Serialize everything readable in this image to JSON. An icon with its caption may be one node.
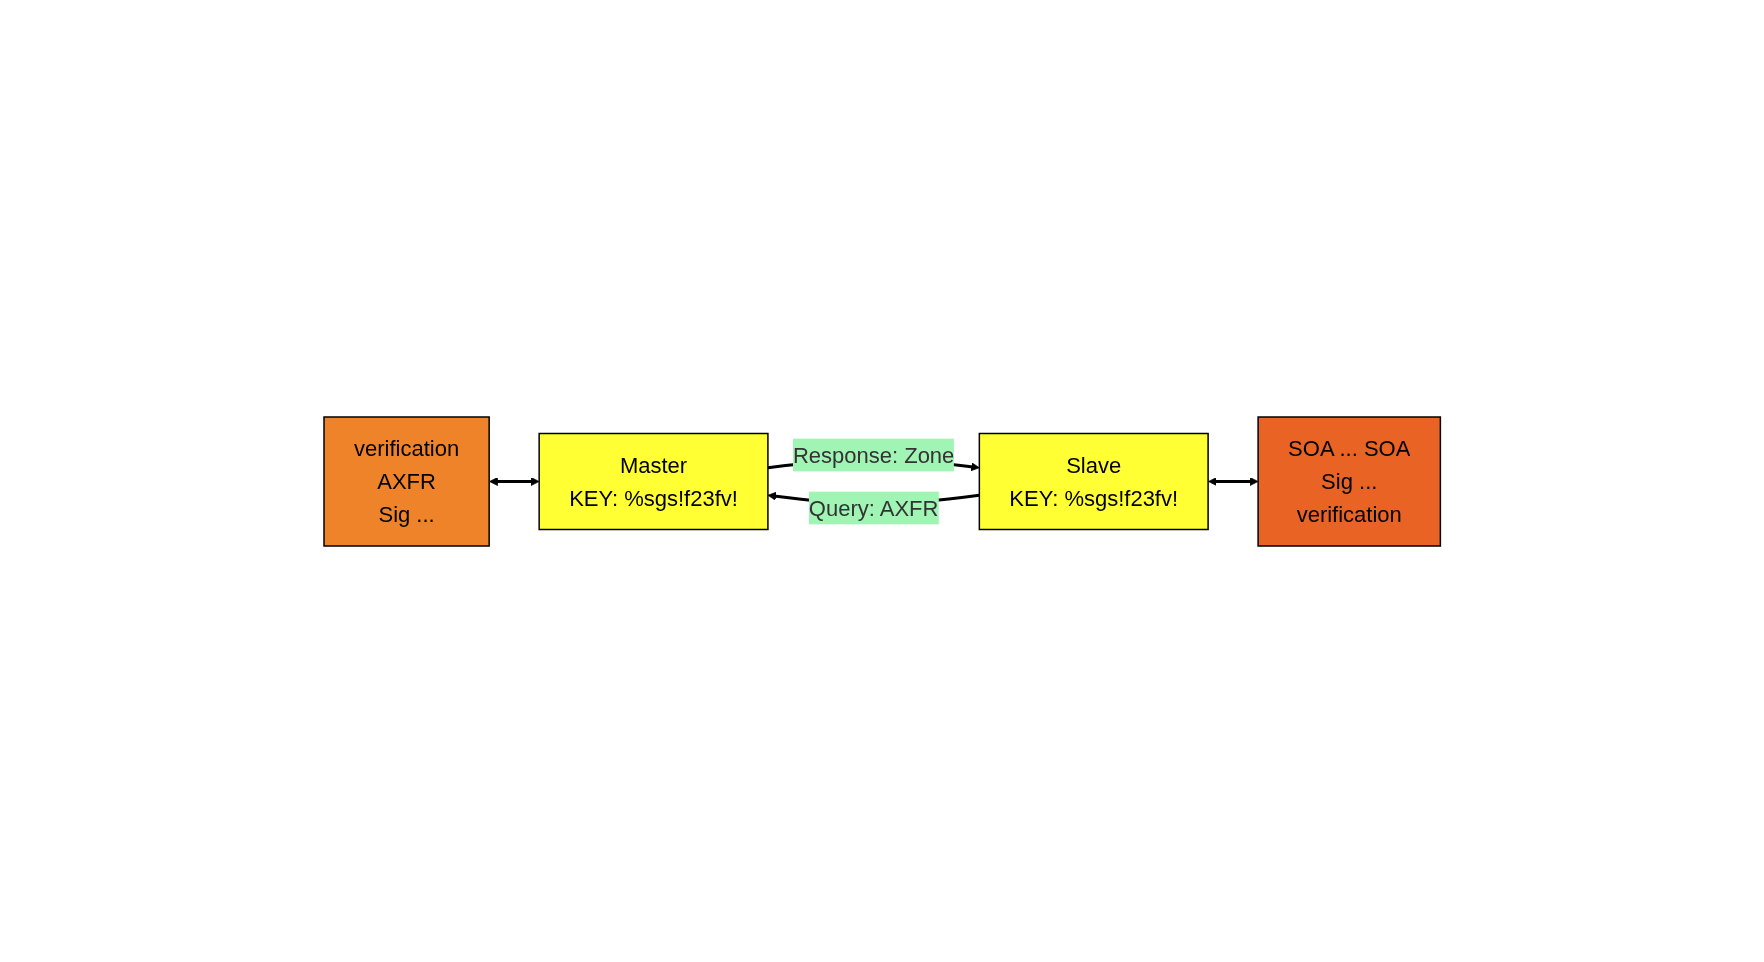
{
  "diagram": {
    "nodes": [
      {
        "text": [
          "verification",
          "AXFR",
          "Sig ..."
        ]
      },
      {
        "text": [
          "Slave",
          "KEY: %sgs!f23fv!"
        ]
      },
      {
        "text": [
          "Master",
          "KEY: %sgs!f23fv!"
        ]
      },
      {
        "text": [
          "SOA ... SOA",
          "Sig ...",
          "verification"
        ]
      }
    ],
    "edges": [
      {
        "from": 0,
        "to": 2,
        "arrow": "both"
      },
      {
        "from": 1,
        "to": 2,
        "arrow": "to",
        "label": "Query: AXFR"
      },
      {
        "from": 2,
        "to": 1,
        "arrow": "to",
        "label": "Response: Zone"
      },
      {
        "from": 1,
        "to": 3,
        "arrow": "both"
      }
    ]
  }
}
